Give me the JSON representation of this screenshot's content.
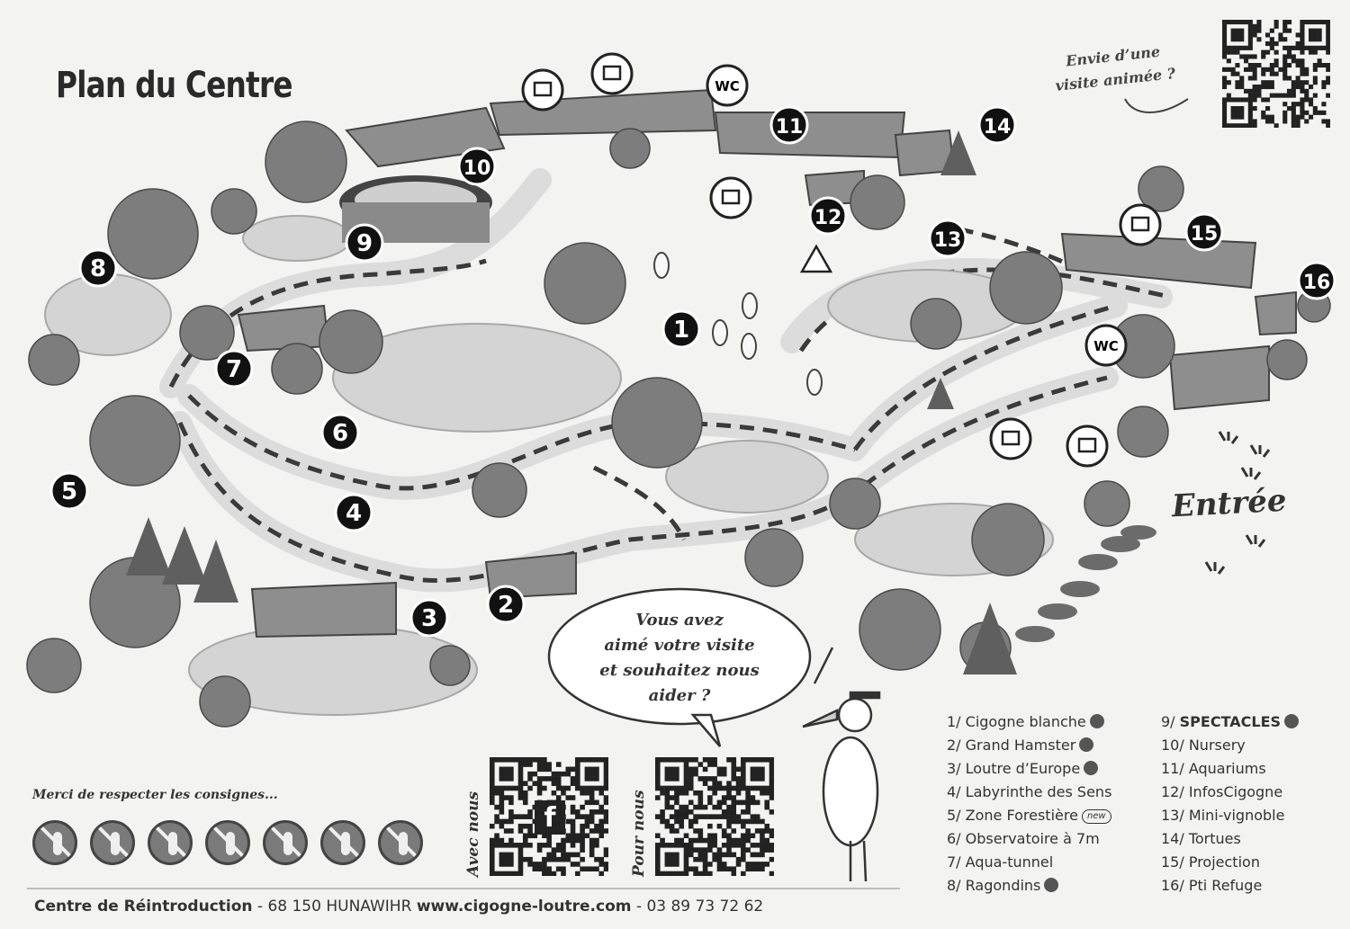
{
  "title": "Plan du Centre",
  "qr_prompt": {
    "line1": "Envie d’une",
    "line2": "visite animée ?"
  },
  "entrance_label": "Entrée",
  "speech_bubble": {
    "line1": "Vous avez",
    "line2": "aimé votre visite",
    "line3": "et souhaitez nous",
    "line4": "aider ?"
  },
  "qr_labels": {
    "facebook": "Avec nous",
    "tripadvisor": "Pour nous"
  },
  "rules": {
    "heading": "Merci de respecter les consignes...",
    "icons": [
      "no-running-icon",
      "no-feeding-icon",
      "no-noise-icon",
      "no-flash-icon",
      "no-picking-plants-icon",
      "no-littering-icon",
      "no-dogs-icon"
    ]
  },
  "markers": [
    "1",
    "2",
    "3",
    "4",
    "5",
    "6",
    "7",
    "8",
    "9",
    "10",
    "11",
    "12",
    "13",
    "14",
    "15",
    "16"
  ],
  "facility_icons": {
    "gift": "gift-shop-icon",
    "cafe": "cafe-icon",
    "wc": "WC",
    "picnic": "picnic-table-icon",
    "playground": "playground-icon",
    "works": "roadworks-icon"
  },
  "legend_left": [
    {
      "label": "1/ Cigogne blanche",
      "icon": "show-icon"
    },
    {
      "label": "2/ Grand Hamster",
      "icon": "show-icon"
    },
    {
      "label": "3/ Loutre d’Europe",
      "icon": "show-icon"
    },
    {
      "label": "4/ Labyrinthe des Sens"
    },
    {
      "label": "5/ Zone Forestière",
      "badge": "new"
    },
    {
      "label": "6/ Observatoire à 7m"
    },
    {
      "label": "7/ Aqua-tunnel"
    },
    {
      "label": "8/ Ragondins",
      "icon": "show-icon"
    }
  ],
  "legend_right": [
    {
      "label": "9/ ",
      "strong": "SPECTACLES",
      "icon": "show-icon"
    },
    {
      "label": "10/ Nursery"
    },
    {
      "label": "11/ Aquariums"
    },
    {
      "label": "12/ InfosCigogne"
    },
    {
      "label": "13/ Mini-vignoble"
    },
    {
      "label": "14/ Tortues"
    },
    {
      "label": "15/ Projection"
    },
    {
      "label": "16/ Pti Refuge"
    }
  ],
  "footer": {
    "name": "Centre de Réintroduction",
    "address": " - 68 150 HUNAWIHR ",
    "website": "www.cigogne-loutre.com",
    "phone": " - 03 89 73 72 62"
  },
  "colors": {
    "background": "#f3f3f1",
    "water": "#d6d6d6",
    "tree": "#7b7b7b",
    "path_dash": "#3a3a3a",
    "marker": "#111111"
  }
}
